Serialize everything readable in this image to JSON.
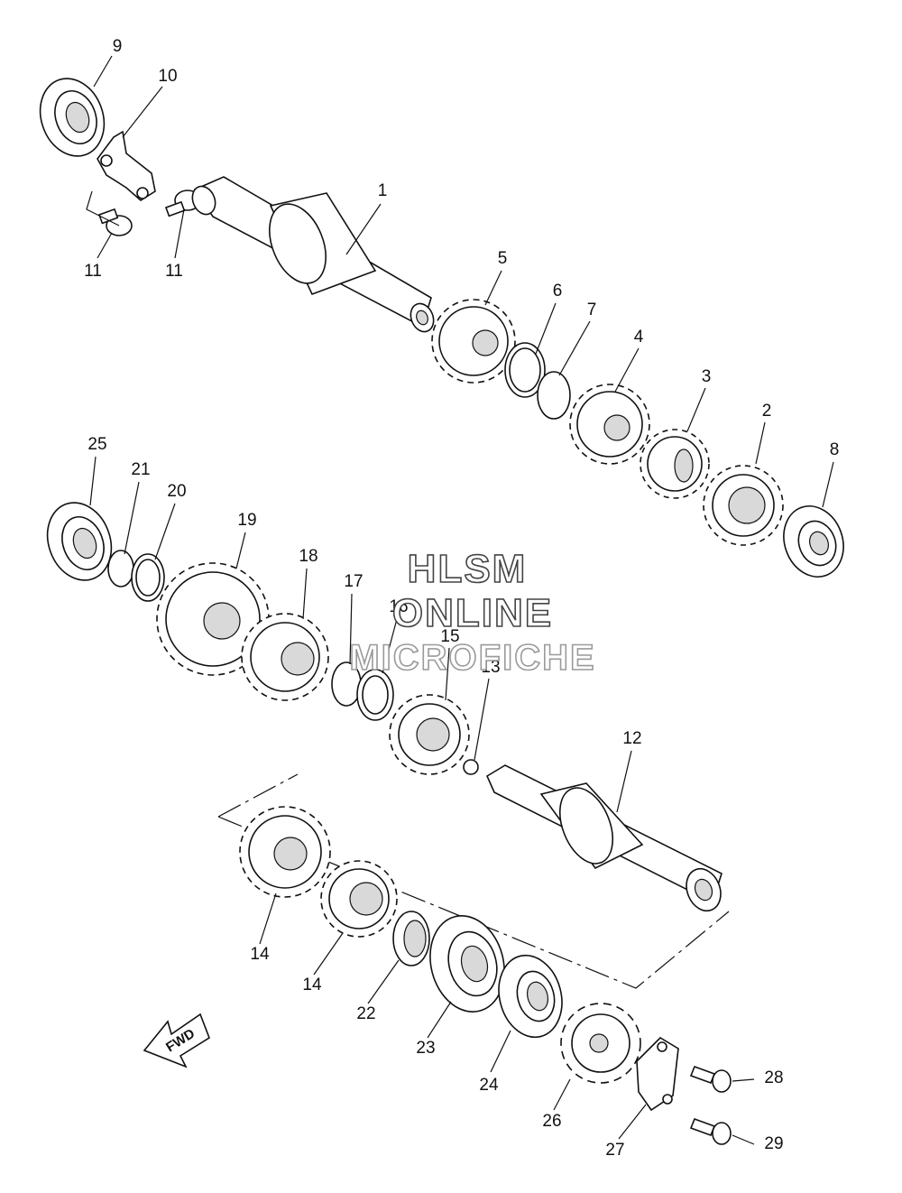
{
  "watermark": {
    "line1": "HLSM",
    "line2": "ONLINE",
    "line3": "MICROFICHE"
  },
  "direction_label": "FWD",
  "callouts": [
    "1",
    "2",
    "3",
    "4",
    "5",
    "6",
    "7",
    "8",
    "9",
    "10",
    "11",
    "11",
    "12",
    "13",
    "14",
    "15",
    "16",
    "17",
    "18",
    "19",
    "20",
    "21",
    "22",
    "23",
    "24",
    "25",
    "26",
    "27",
    "28",
    "29",
    "29"
  ]
}
